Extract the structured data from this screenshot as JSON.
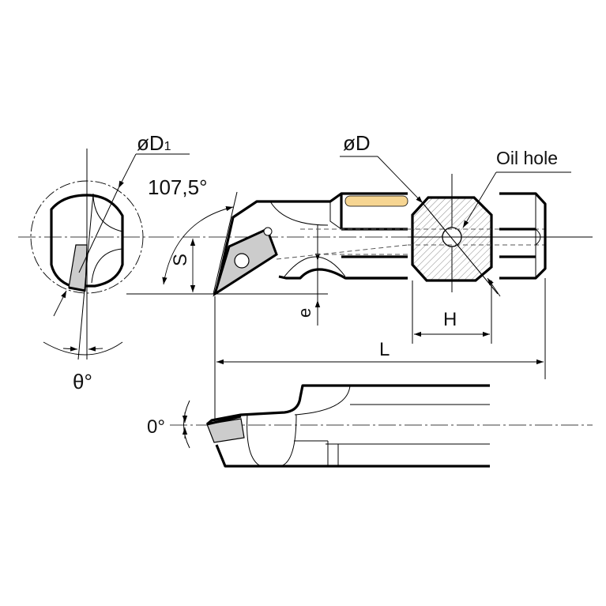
{
  "drawing": {
    "title": "Boring bar dimension drawing",
    "labels": {
      "d1": "øD",
      "d1_sub": "1",
      "angle_lead": "107,5°",
      "s": "S",
      "e": "e",
      "d": "øD",
      "oil_hole": "Oil hole",
      "h": "H",
      "l": "L",
      "theta": "θ°",
      "rake": "0°"
    },
    "colors": {
      "line": "#000000",
      "insert_fill": "#cccccc",
      "oil_slot_fill": "#f6d592",
      "background": "#ffffff"
    },
    "views": [
      "end-view-left",
      "top-view",
      "cross-section",
      "end-view-right",
      "side-view"
    ]
  }
}
